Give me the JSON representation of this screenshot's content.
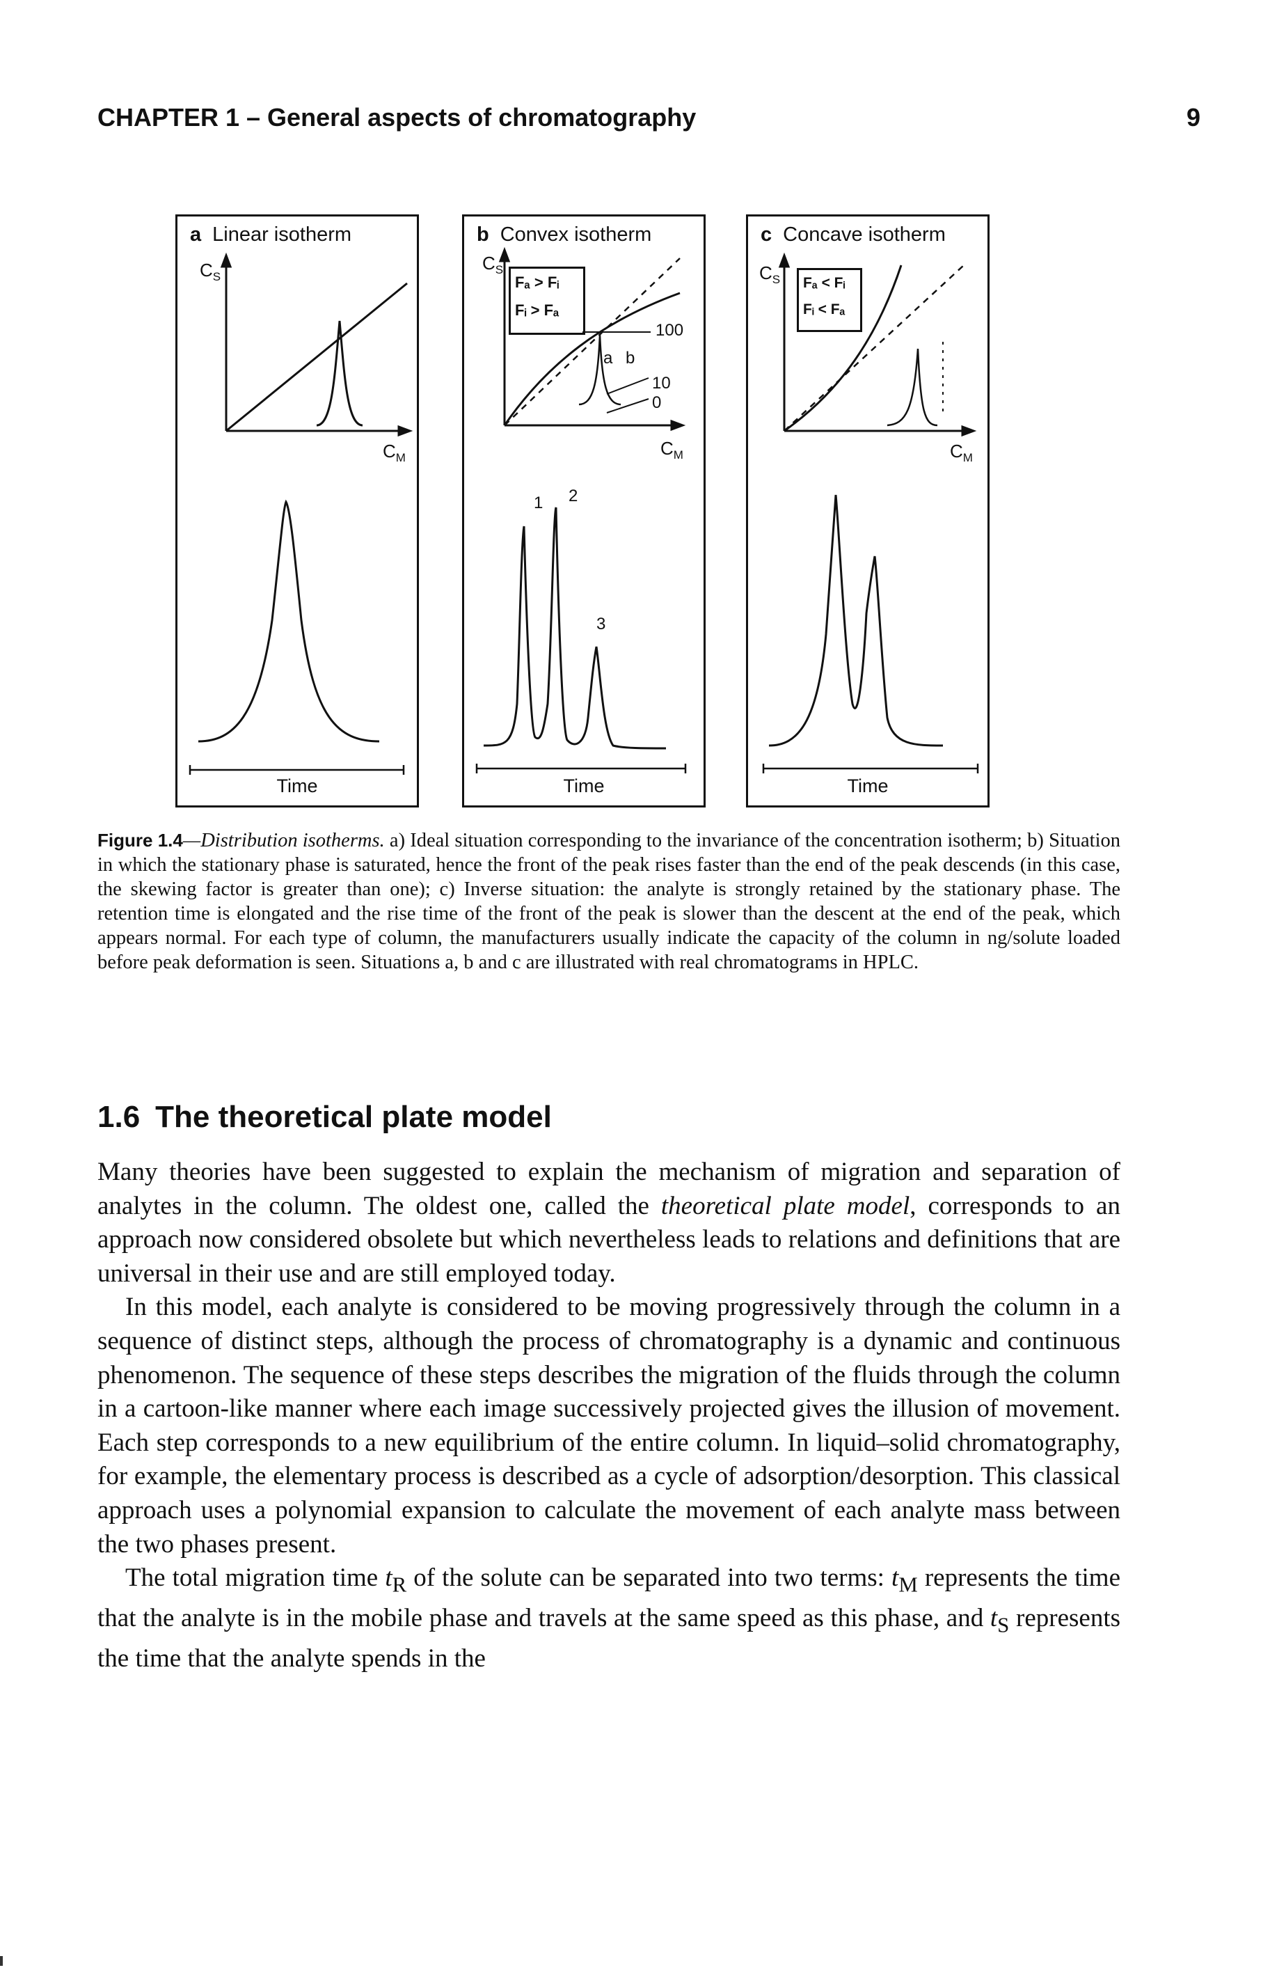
{
  "header": {
    "chapter": "CHAPTER 1 – General aspects of chromatography",
    "page_number": "9"
  },
  "figure": {
    "panels": [
      {
        "letter": "a",
        "title": "Linear isotherm",
        "time_label": "Time"
      },
      {
        "letter": "b",
        "title": "Convex isotherm",
        "time_label": "Time"
      },
      {
        "letter": "c",
        "title": "Concave isotherm",
        "time_label": "Time"
      }
    ],
    "axis_y": "C",
    "axis_y_sub": "S",
    "axis_x": "C",
    "axis_x_sub": "M",
    "b_labels": {
      "a": "a",
      "b": "b",
      "l100": "100",
      "l10": "10",
      "l0": "0",
      "p1": "1",
      "p2": "2",
      "p3": "3"
    },
    "inset_b": [
      "Fₐ > Fᵢ",
      "Fᵢ > Fₐ"
    ],
    "inset_c": [
      "Fₐ < Fᵢ",
      "Fᵢ < Fₐ"
    ]
  },
  "caption": {
    "label": "Figure 1.4",
    "dash": "—",
    "title": "Distribution isotherms.",
    "text": " a) Ideal situation corresponding to the invariance of the concentration isotherm; b) Situation in which the stationary phase is saturated, hence the front of the peak rises faster than the end of the peak descends (in this case, the skewing factor is greater than one); c) Inverse situation: the analyte is strongly retained by the stationary phase. The retention time is elongated and the rise time of the front of the peak is slower than the descent at the end of the peak, which appears normal. For each type of column, the manufacturers usually indicate the capacity of the column in ng/solute loaded before peak deformation is seen. Situations a, b and c are illustrated with real chromatograms in HPLC."
  },
  "section": {
    "number": "1.6",
    "title": "The theoretical plate model"
  },
  "body": {
    "p1_a": "Many theories have been suggested to explain the mechanism of migration and separation of analytes in the column. The oldest one, called the ",
    "p1_em": "theoretical plate model",
    "p1_b": ", corresponds to an approach now considered obsolete but which nevertheless leads to relations and definitions that are universal in their use and are still employed today.",
    "p2": "In this model, each analyte is considered to be moving progressively through the column in a sequence of distinct steps, although the process of chromatography is a dynamic and continuous phenomenon. The sequence of these steps describes the migration of the fluids through the column in a cartoon-like manner where each image successively projected gives the illusion of movement. Each step corresponds to a new equilibrium of the entire column. In liquid–solid chromatography, for example, the elementary process is described as a cycle of adsorption/desorption. This classical approach uses a polynomial expansion to calculate the movement of each analyte mass between the two phases present.",
    "p3_a": "The total migration time ",
    "t": "t",
    "sub_R": "R",
    "p3_b": " of the solute can be separated into two terms: ",
    "sub_M": "M",
    "p3_c": " represents the time that the analyte is in the mobile phase and travels at the same speed as this phase, and ",
    "sub_S": "S",
    "p3_d": " represents the time that the analyte spends in the"
  }
}
